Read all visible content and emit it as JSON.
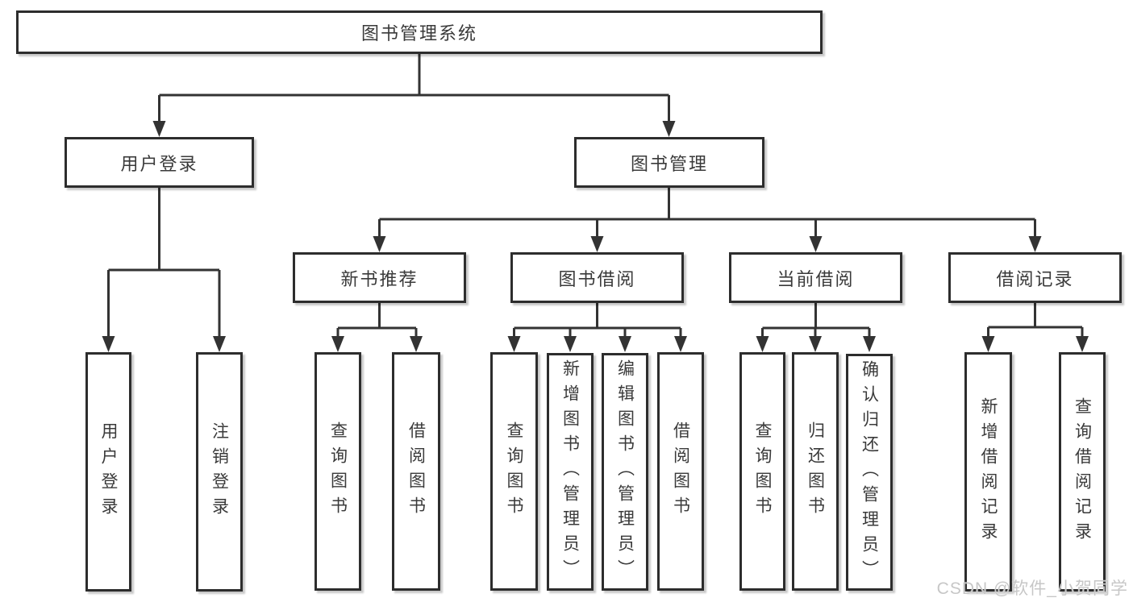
{
  "title": "图书管理系统",
  "watermark": "CSDN @软件_小贺同学",
  "colors": {
    "line": "#333333",
    "box_border": "#2d2d2d",
    "text": "#3a3a3a",
    "watermark": "#c7c7c7",
    "background": "#ffffff"
  },
  "diagram_type": "hierarchy-tree",
  "nodes": {
    "root": {
      "label": "图书管理系统",
      "level": 1
    },
    "user_login": {
      "label": "用户登录",
      "level": 2,
      "parent": "root"
    },
    "book_mgmt": {
      "label": "图书管理",
      "level": 2,
      "parent": "root"
    },
    "new_book_rec": {
      "label": "新书推荐",
      "level": 3,
      "parent": "book_mgmt"
    },
    "book_borrow": {
      "label": "图书借阅",
      "level": 3,
      "parent": "book_mgmt"
    },
    "current_borrow": {
      "label": "当前借阅",
      "level": 3,
      "parent": "book_mgmt"
    },
    "borrow_record": {
      "label": "借阅记录",
      "level": 3,
      "parent": "book_mgmt"
    },
    "leaf_user_login": {
      "label": "用户登录",
      "level": 4,
      "parent": "user_login"
    },
    "leaf_logout": {
      "label": "注销登录",
      "level": 4,
      "parent": "user_login"
    },
    "rec_query_book": {
      "label": "查询图书",
      "level": 4,
      "parent": "new_book_rec"
    },
    "rec_borrow_book": {
      "label": "借阅图书",
      "level": 4,
      "parent": "new_book_rec"
    },
    "bb_query_book": {
      "label": "查询图书",
      "level": 4,
      "parent": "book_borrow"
    },
    "bb_add_book": {
      "label": "新增图书（管理员）",
      "level": 4,
      "parent": "book_borrow"
    },
    "bb_edit_book": {
      "label": "编辑图书（管理员）",
      "level": 4,
      "parent": "book_borrow"
    },
    "bb_borrow_book": {
      "label": "借阅图书",
      "level": 4,
      "parent": "book_borrow"
    },
    "cb_query_book": {
      "label": "查询图书",
      "level": 4,
      "parent": "current_borrow"
    },
    "cb_return_book": {
      "label": "归还图书",
      "level": 4,
      "parent": "current_borrow"
    },
    "cb_confirm_return": {
      "label": "确认归还（管理员）",
      "level": 4,
      "parent": "current_borrow"
    },
    "br_add_record": {
      "label": "新增借阅记录",
      "level": 4,
      "parent": "borrow_record"
    },
    "br_query_record": {
      "label": "查询借阅记录",
      "level": 4,
      "parent": "borrow_record"
    }
  }
}
